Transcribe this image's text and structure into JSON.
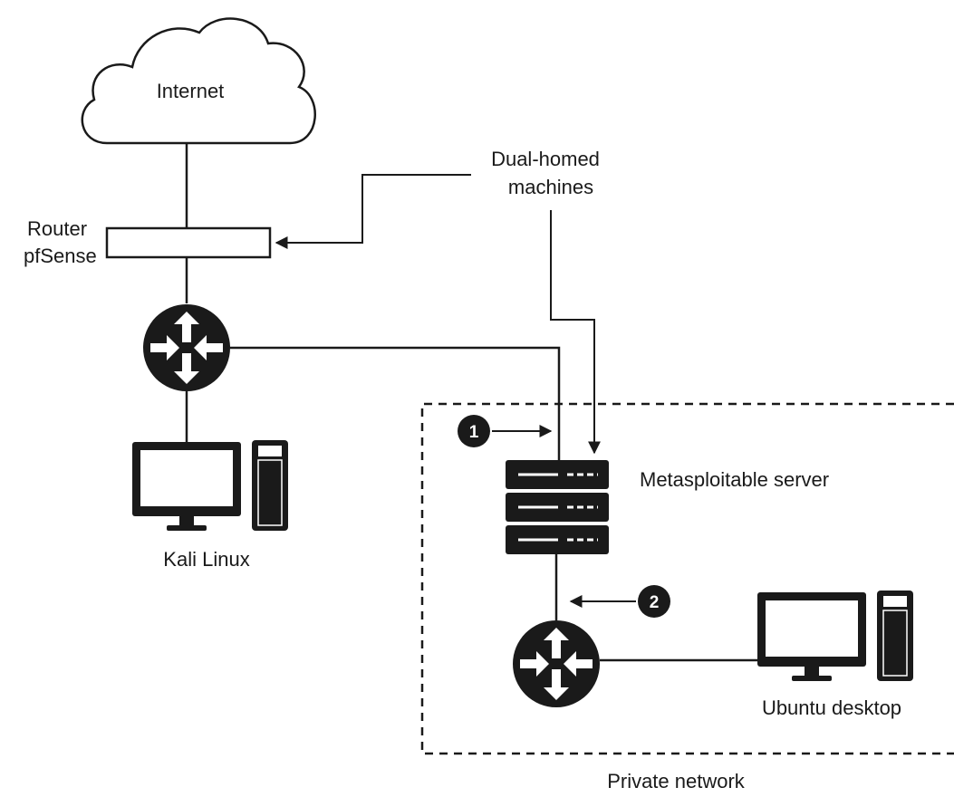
{
  "labels": {
    "internet": "Internet",
    "dual_homed_line1": "Dual-homed",
    "dual_homed_line2": "machines",
    "router_line1": "Router",
    "router_line2": "pfSense",
    "metasploitable": "Metasploitable server",
    "kali": "Kali Linux",
    "ubuntu": "Ubuntu desktop",
    "private_network": "Private network"
  },
  "markers": {
    "one": "1",
    "two": "2"
  },
  "icons": {
    "cloud": "cloud-icon",
    "router": "router-switch-icon",
    "server": "server-rack-icon",
    "desktop": "desktop-computer-icon"
  },
  "colors": {
    "line": "#1a1a1a",
    "background": "#ffffff"
  }
}
